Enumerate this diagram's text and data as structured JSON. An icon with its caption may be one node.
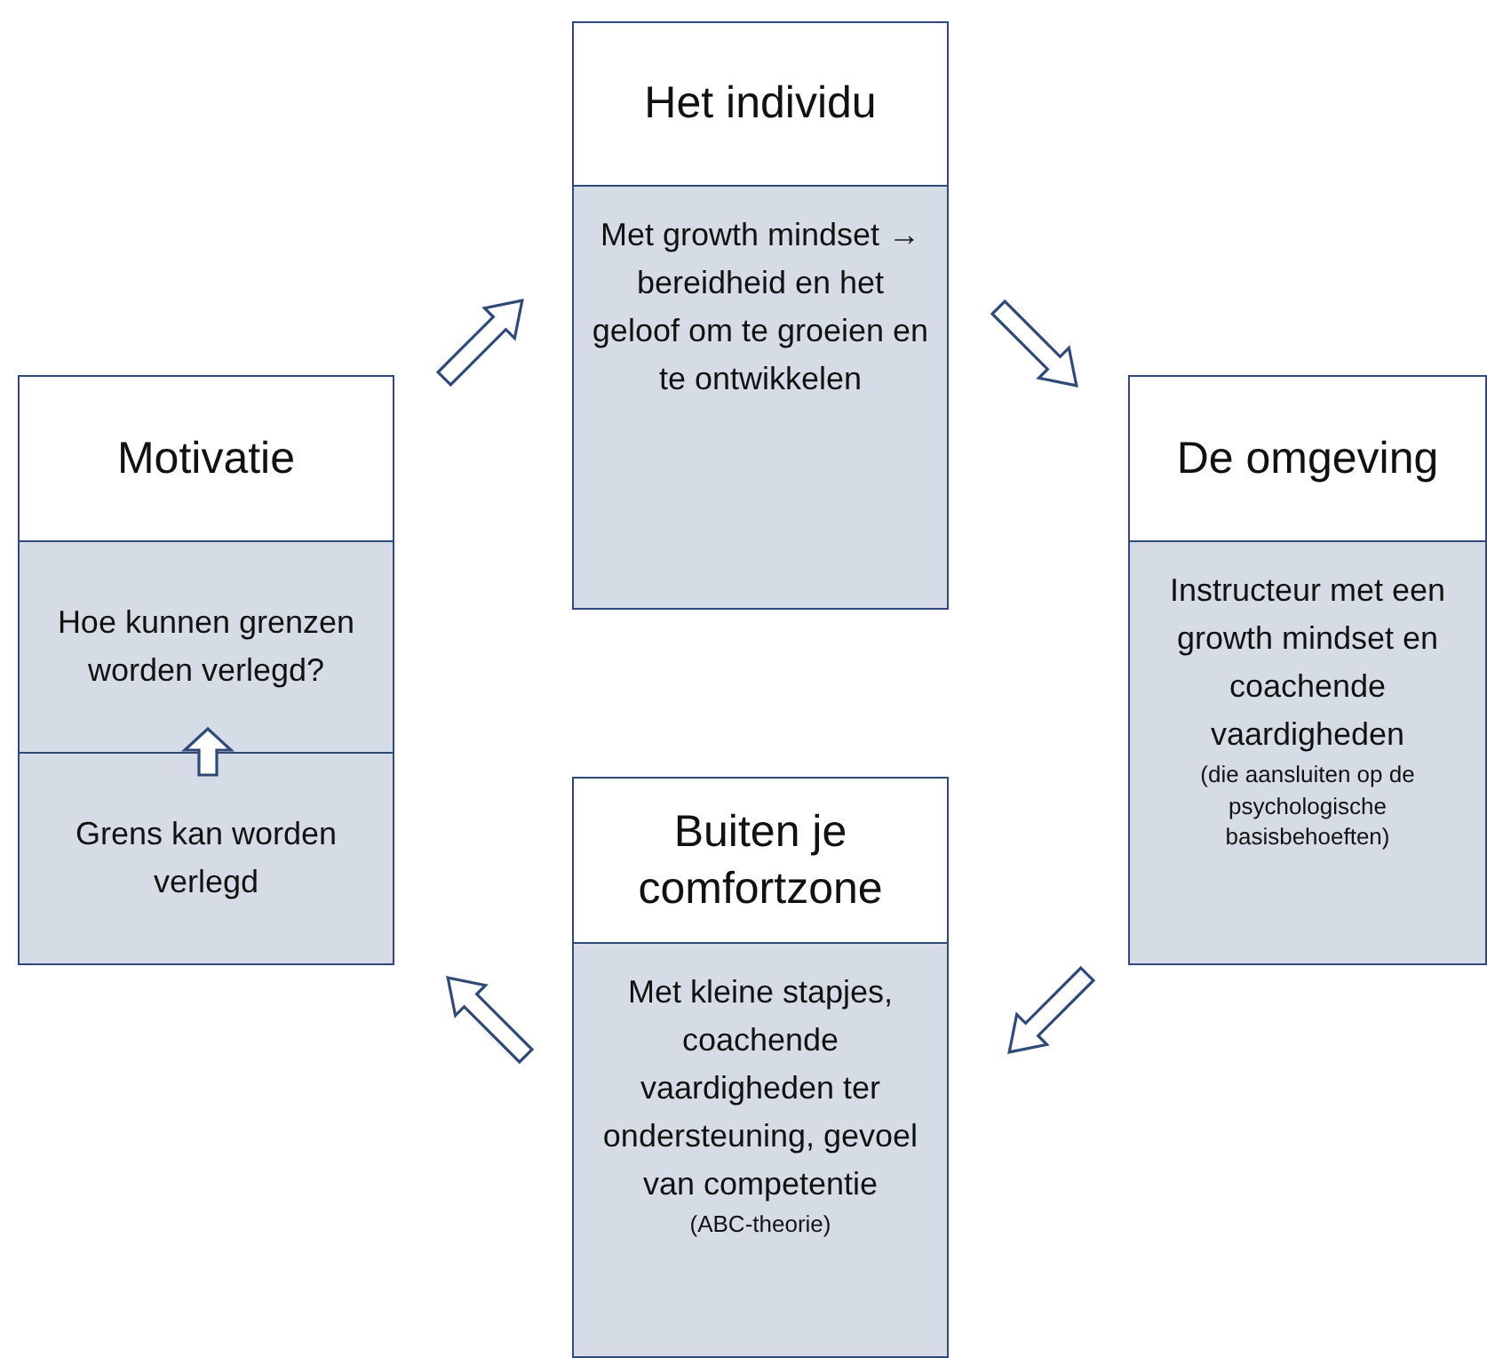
{
  "diagram": {
    "nodes": [
      {
        "text": [
          "Motivatie"
        ]
      },
      {
        "text": [
          "Hoe kunnen grenzen worden verlegd?"
        ],
        "in": 0
      },
      {
        "text": [
          "Grens kan worden verlegd"
        ],
        "in": 0
      },
      {
        "text": [
          "Het individu",
          "Met growth mindset → bereidheid en het geloof om te groeien en te ontwikkelen"
        ]
      },
      {
        "text": [
          "De omgeving",
          "Instructeur met een growth mindset en coachende vaardigheden",
          "(die aansluiten op de psychologische basisbehoeften)"
        ]
      },
      {
        "text": [
          "Buiten je comfortzone",
          "Met kleine stapjes, coachende vaardigheden ter ondersteuning, gevoel van competentie",
          "(ABC-theorie)"
        ]
      }
    ],
    "edges": [
      {
        "from": 0,
        "to": 3,
        "arrow": "to"
      },
      {
        "from": 3,
        "to": 4,
        "arrow": "to"
      },
      {
        "from": 4,
        "to": 5,
        "arrow": "to"
      },
      {
        "from": 5,
        "to": 0,
        "arrow": "to"
      },
      {
        "from": 2,
        "to": 1,
        "arrow": "to"
      }
    ]
  }
}
